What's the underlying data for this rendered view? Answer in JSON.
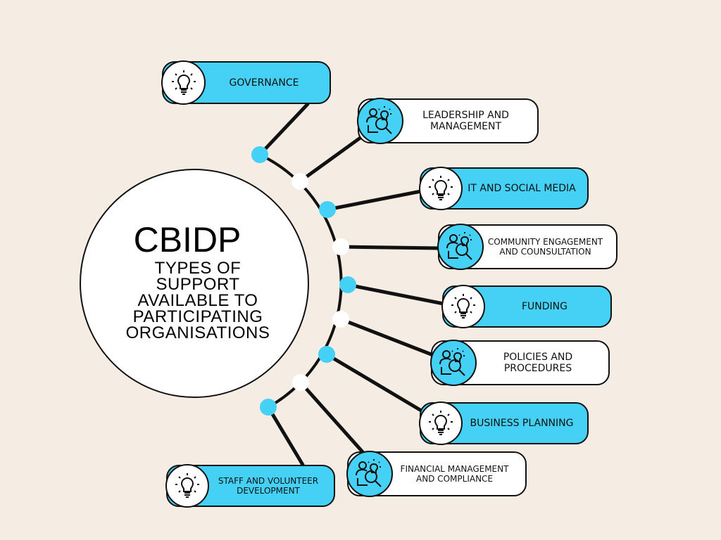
{
  "center": {
    "title": "CBIDP",
    "subtitle_lines": [
      "TYPES OF",
      "SUPPORT",
      "AVAILABLE TO",
      "PARTICIPATING",
      "ORGANISATIONS"
    ]
  },
  "items": [
    {
      "label": "GOVERNANCE",
      "icon": "lightbulb-icon",
      "style": "blue"
    },
    {
      "label": "LEADERSHIP AND MANAGEMENT",
      "icon": "person-search-idea-icon",
      "style": "white"
    },
    {
      "label": "IT AND SOCIAL MEDIA",
      "icon": "lightbulb-icon",
      "style": "blue"
    },
    {
      "label": "COMMUNITY ENGAGEMENT AND COUNSULTATION",
      "icon": "person-search-idea-icon",
      "style": "white"
    },
    {
      "label": "FUNDING",
      "icon": "lightbulb-icon",
      "style": "blue"
    },
    {
      "label": "POLICIES AND PROCEDURES",
      "icon": "person-search-idea-icon",
      "style": "white"
    },
    {
      "label": "BUSINESS PLANNING",
      "icon": "lightbulb-icon",
      "style": "blue"
    },
    {
      "label": "FINANCIAL MANAGEMENT AND COMPLIANCE",
      "icon": "person-search-idea-icon",
      "style": "white"
    },
    {
      "label": "STAFF AND VOLUNTEER DEVELOPMENT",
      "icon": "lightbulb-icon",
      "style": "blue"
    }
  ],
  "colors": {
    "background": "#f5ece3",
    "accent": "#45d0f5",
    "line": "#111111"
  }
}
